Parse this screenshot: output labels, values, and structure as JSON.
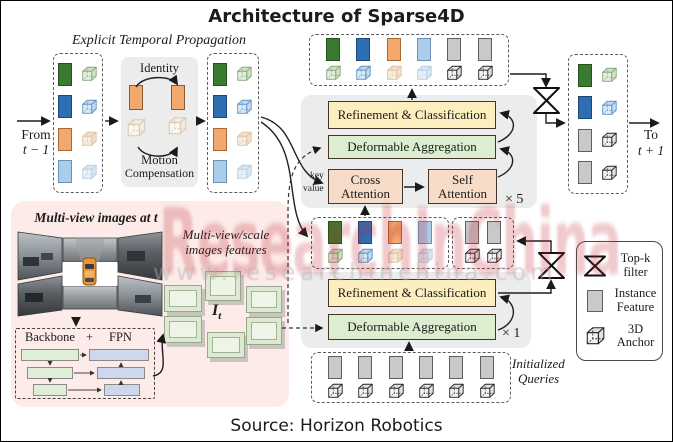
{
  "title": "Architecture of Sparse4D",
  "source_line": "Source: Horizon Robotics",
  "watermark": {
    "text": "ResearchInChina",
    "url": "www.researchinchina.com"
  },
  "temporal": {
    "section_title": "Explicit Temporal Propagation",
    "from_line1": "From",
    "from_line2": "t − 1",
    "identity_label": "Identity",
    "motion_line1": "Motion",
    "motion_line2": "Compensation"
  },
  "decoder": {
    "refinement_label": "Refinement & Classification",
    "deformable_label": "Deformable Aggregation",
    "cross_line1": "Cross",
    "cross_line2": "Attention",
    "self_line1": "Self",
    "self_line2": "Attention",
    "repeat5": "× 5",
    "repeat1": "× 1",
    "key_label": "key",
    "value_label": "value"
  },
  "output": {
    "to_line1": "To",
    "to_line2": "t + 1"
  },
  "inputs": {
    "multiview_title": "Multi-view images at t",
    "features_line1": "Multi-view/scale",
    "features_line2": "images features",
    "it_main": "I",
    "it_sub": "t",
    "backbone_label": "Backbone",
    "plus_label": "+",
    "fpn_label": "FPN",
    "queries_line1": "Initialized",
    "queries_line2": "Queries"
  },
  "legend": {
    "topk_line1": "Top-k",
    "topk_line2": "filter",
    "instance_line1": "Instance",
    "instance_line2": "Feature",
    "anchor_line1": "3D",
    "anchor_line2": "Anchor"
  },
  "palette": {
    "rects": {
      "green": {
        "fill": "#3b7a31",
        "border": "#26511e"
      },
      "blue": {
        "fill": "#2e6fb4",
        "border": "#1c4876"
      },
      "orange": {
        "fill": "#f2a86e",
        "border": "#a96a33"
      },
      "lightblue": {
        "fill": "#a9cdeb",
        "border": "#6b91b4"
      },
      "gray": {
        "fill": "#c9c9c9",
        "border": "#5f5f5f"
      }
    },
    "cubes": {
      "green": {
        "stroke": "#84a87a",
        "face": "#e4eedd",
        "top": "#d2e2c7"
      },
      "blue": {
        "stroke": "#5f93c4",
        "face": "#d9e9f6",
        "top": "#c3daf0"
      },
      "fadedOrange": {
        "stroke": "#dec2a4",
        "face": "#f8ecdf",
        "top": "#f2e0cd"
      },
      "fadedBlue": {
        "stroke": "#b5cee6",
        "face": "#e8f0f8",
        "top": "#d9e7f3"
      },
      "dark": {
        "stroke": "#272727",
        "face": "#f4f4f4",
        "top": "#e2e2e2"
      },
      "pale": {
        "stroke": "#d8cbb8",
        "face": "#fcf8f1",
        "top": "#f2ebdf"
      }
    }
  },
  "instance_sets": {
    "prev": {
      "rects": [
        "green",
        "blue",
        "orange",
        "lightblue"
      ],
      "cubes": [
        "green",
        "blue",
        "fadedOrange",
        "fadedBlue"
      ]
    },
    "propagated": {
      "rects": [
        "green",
        "blue",
        "orange",
        "lightblue"
      ],
      "cubes": [
        "green",
        "blue",
        "fadedOrange",
        "fadedBlue"
      ]
    },
    "combined": {
      "rects": [
        "green",
        "blue",
        "orange",
        "lightblue",
        "gray",
        "gray"
      ],
      "cubes": [
        "green",
        "blue",
        "fadedOrange",
        "fadedBlue",
        "dark",
        "dark"
      ]
    },
    "current_left": {
      "rects": [
        "green",
        "blue",
        "orange",
        "lightblue"
      ],
      "cubes": [
        "green",
        "blue",
        "fadedOrange",
        "fadedBlue"
      ]
    },
    "current_right": {
      "rects": [
        "gray",
        "gray"
      ],
      "cubes": [
        "dark",
        "dark"
      ]
    },
    "initialized": {
      "rects": [
        "gray",
        "gray",
        "gray",
        "gray",
        "gray",
        "gray"
      ],
      "cubes": [
        "dark",
        "dark",
        "dark",
        "dark",
        "dark",
        "dark"
      ]
    },
    "output": {
      "rects": [
        "green",
        "blue",
        "gray",
        "gray"
      ],
      "cubes": [
        "green",
        "blue",
        "dark",
        "dark"
      ]
    }
  }
}
